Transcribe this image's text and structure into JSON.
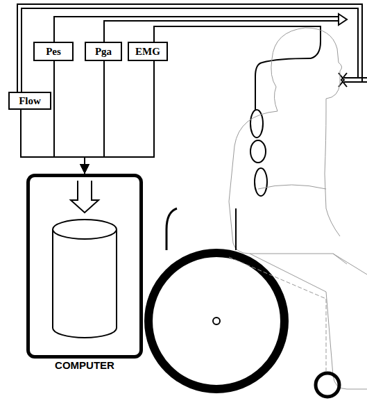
{
  "diagram": {
    "nodes": [
      {
        "text": [
          "Flow"
        ]
      },
      {
        "text": [
          "Pes"
        ]
      },
      {
        "text": [
          "Pga"
        ]
      },
      {
        "text": [
          "EMG"
        ]
      },
      {
        "text": [
          "COMPUTER"
        ]
      }
    ],
    "edges": [
      {
        "from": 0,
        "to": 4,
        "arrow": "to"
      },
      {
        "from": 1,
        "to": 4,
        "arrow": "to"
      },
      {
        "from": 2,
        "to": 4,
        "arrow": "to"
      },
      {
        "from": 3,
        "to": 4,
        "arrow": "to"
      }
    ]
  }
}
